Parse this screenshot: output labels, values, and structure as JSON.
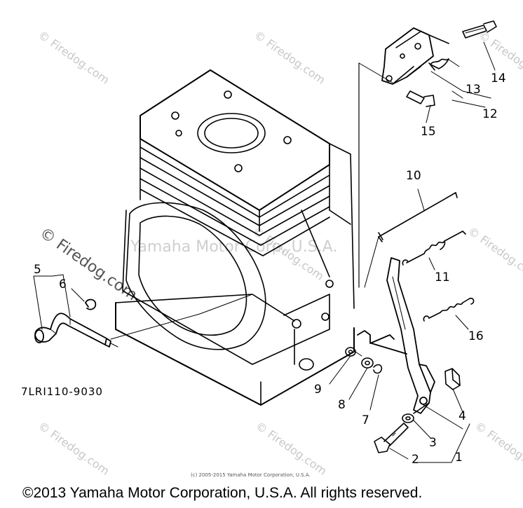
{
  "watermarks": {
    "tile": "© Firedog.com",
    "center": "Yamaha Motor Corp, U.S.A."
  },
  "callouts": [
    "1",
    "2",
    "3",
    "4",
    "5",
    "6",
    "7",
    "8",
    "9",
    "10",
    "11",
    "12",
    "13",
    "14",
    "15",
    "16"
  ],
  "part_code": "7LRI110-9030",
  "small_copyright": "(c) 2005-2015 Yamaha Motor Corporation, U.S.A.",
  "footer_copyright": "©2013 Yamaha Motor Corporation, U.S.A. All rights reserved."
}
